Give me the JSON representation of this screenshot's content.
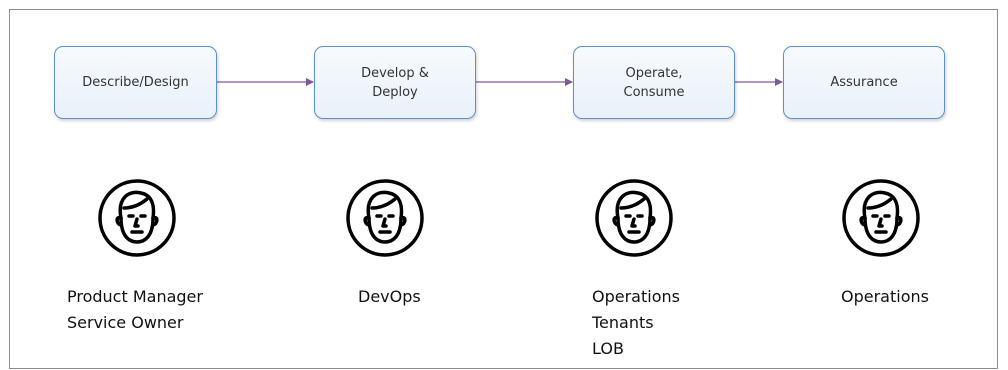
{
  "stages": [
    {
      "label": "Describe/Design"
    },
    {
      "label": "Develop &\nDeploy"
    },
    {
      "label": "Operate,\nConsume"
    },
    {
      "label": "Assurance"
    }
  ],
  "roles": [
    [
      "Product Manager",
      "Service Owner"
    ],
    [
      "DevOps"
    ],
    [
      "Operations",
      "Tenants",
      "LOB"
    ],
    [
      "Operations"
    ]
  ],
  "colors": {
    "box_border": "#5b8fd1",
    "arrow": "#7b5a9e",
    "text": "#333333"
  }
}
